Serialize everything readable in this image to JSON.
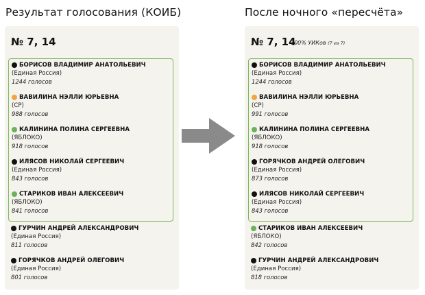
{
  "headings": {
    "left": "Результат голосования (КОИБ)",
    "right": "После ночного «пересчёта»"
  },
  "colors": {
    "united_russia": "#111111",
    "sr": "#f0a640",
    "yabloko": "#6db25b",
    "group_border": "#7cb95a",
    "card_bg": "#f5f3ee",
    "arrow": "#8a8a8a"
  },
  "icons": {
    "arrow": "arrow-right-icon",
    "dot": "party-dot-icon"
  },
  "left": {
    "title": "№ 7, 14",
    "candidates": [
      {
        "name": "БОРИСОВ ВЛАДИМИР АНАТОЛЬЕВИЧ",
        "party": "(Единая Россия)",
        "votes": "1244 голосов",
        "color": "#111111"
      },
      {
        "name": "ВАВИЛИНА НЭЛЛИ ЮРЬЕВНА",
        "party": "(СР)",
        "votes": "988 голосов",
        "color": "#f0a640"
      },
      {
        "name": "КАЛИНИНА ПОЛИНА СЕРГЕЕВНА",
        "party": "(ЯБЛОКО)",
        "votes": "918 голосов",
        "color": "#6db25b"
      },
      {
        "name": "ИЛЯСОВ НИКОЛАЙ СЕРГЕЕВИЧ",
        "party": "(Единая Россия)",
        "votes": "843 голосов",
        "color": "#111111"
      },
      {
        "name": "СТАРИКОВ ИВАН АЛЕКСЕЕВИЧ",
        "party": "(ЯБЛОКО)",
        "votes": "841 голосов",
        "color": "#6db25b"
      },
      {
        "name": "ГУРЧИН АНДРЕЙ АЛЕКСАНДРОВИЧ",
        "party": "(Единая Россия)",
        "votes": "811 голосов",
        "color": "#111111"
      },
      {
        "name": "ГОРЯЧКОВ АНДРЕЙ ОЛЕГОВИЧ",
        "party": "(Единая Россия)",
        "votes": "801 голосов",
        "color": "#111111"
      }
    ]
  },
  "right": {
    "title": "№ 7, 14",
    "subtitle_main": "100% УИКов",
    "subtitle_small": "(7 из 7)",
    "candidates": [
      {
        "name": "БОРИСОВ ВЛАДИМИР АНАТОЛЬЕВИЧ",
        "party": "(Единая Россия)",
        "votes": "1244 голосов",
        "color": "#111111"
      },
      {
        "name": "ВАВИЛИНА НЭЛЛИ ЮРЬЕВНА",
        "party": "(СР)",
        "votes": "991 голосов",
        "color": "#f0a640"
      },
      {
        "name": "КАЛИНИНА ПОЛИНА СЕРГЕЕВНА",
        "party": "(ЯБЛОКО)",
        "votes": "918 голосов",
        "color": "#6db25b"
      },
      {
        "name": "ГОРЯЧКОВ АНДРЕЙ ОЛЕГОВИЧ",
        "party": "(Единая Россия)",
        "votes": "873 голосов",
        "color": "#111111"
      },
      {
        "name": "ИЛЯСОВ НИКОЛАЙ СЕРГЕЕВИЧ",
        "party": "(Единая Россия)",
        "votes": "843 голосов",
        "color": "#111111"
      },
      {
        "name": "СТАРИКОВ ИВАН АЛЕКСЕЕВИЧ",
        "party": "(ЯБЛОКО)",
        "votes": "842 голосов",
        "color": "#6db25b"
      },
      {
        "name": "ГУРЧИН АНДРЕЙ АЛЕКСАНДРОВИЧ",
        "party": "(Единая Россия)",
        "votes": "818 голосов",
        "color": "#111111"
      }
    ]
  }
}
